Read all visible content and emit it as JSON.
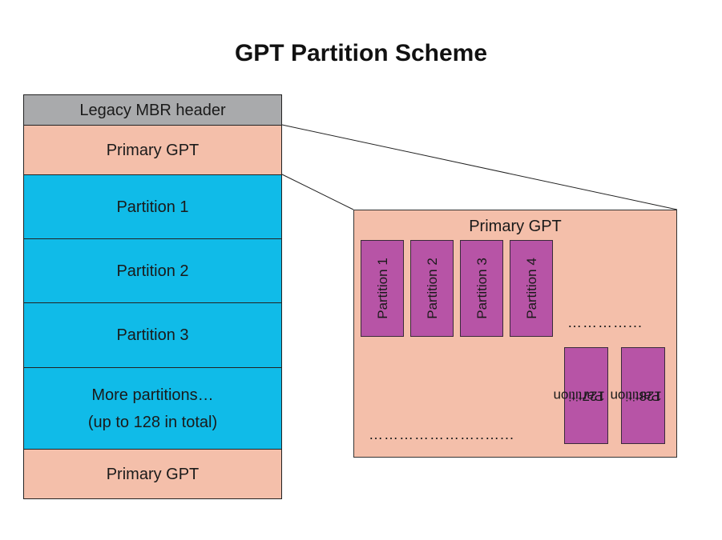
{
  "title": "GPT Partition Scheme",
  "disk_layout": {
    "blocks": [
      {
        "label": "Legacy MBR header"
      },
      {
        "label": "Primary GPT"
      },
      {
        "label": "Partition 1"
      },
      {
        "label": "Partition 2"
      },
      {
        "label": "Partition 3"
      },
      {
        "label": "More partitions…",
        "sublabel": "(up to 128 in total)"
      },
      {
        "label": "Primary GPT"
      }
    ]
  },
  "gpt_detail": {
    "title": "Primary GPT",
    "entries": [
      "Partition 1",
      "Partition 2",
      "Partition 3",
      "Partition 4"
    ],
    "ellipsis_top": "…………...",
    "last_entries": [
      {
        "line1": "Partition",
        "line2": "127"
      },
      {
        "line1": "Partition",
        "line2": "128"
      }
    ],
    "ellipsis_bottom": "…………………..…..."
  },
  "colors": {
    "mbr": "#a9aaac",
    "gpt": "#f4bfaa",
    "partition": "#10bbe8",
    "entry": "#b754a6"
  }
}
